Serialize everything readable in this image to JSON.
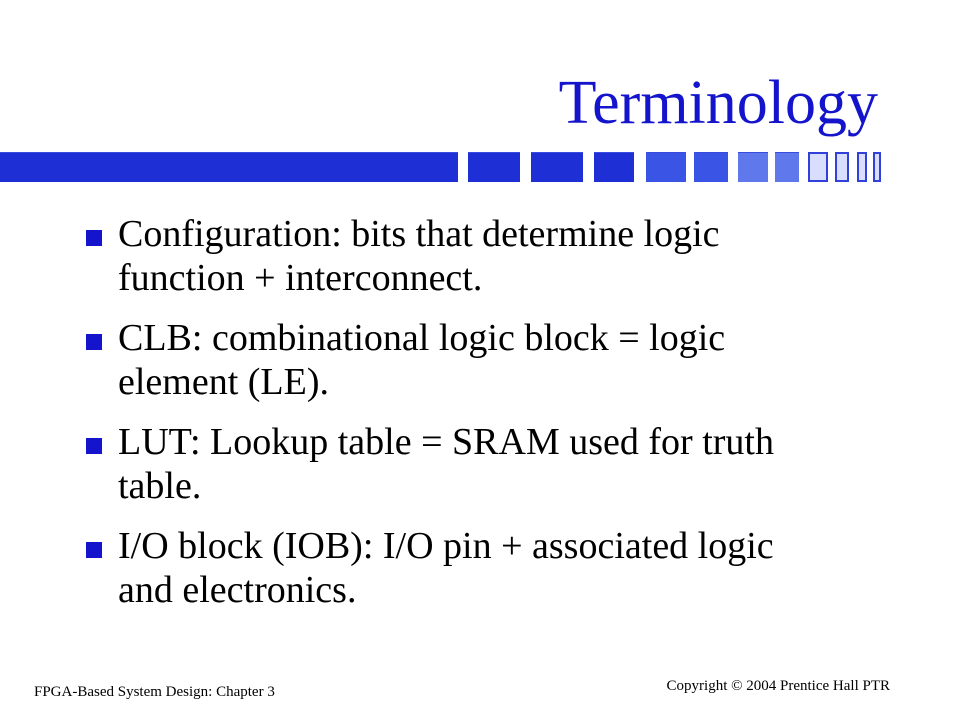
{
  "slide": {
    "title": "Terminology",
    "bullets": [
      {
        "line1": "Configuration: bits that determine logic",
        "line2": "function + interconnect."
      },
      {
        "line1": "CLB: combinational logic block = logic",
        "line2": "element (LE)."
      },
      {
        "line1": "LUT: Lookup table =  SRAM used for truth",
        "line2": "table."
      },
      {
        "line1": "I/O block (IOB): I/O pin + associated logic",
        "line2": "and electronics."
      }
    ],
    "footer_left": "FPGA-Based System Design: Chapter 3",
    "footer_right": "Copyright © 2004 Prentice Hall PTR"
  },
  "colors": {
    "title": "#1414cc",
    "accent_bar": "#1e2fd6",
    "bullet_marker": "#1414cc",
    "body_text": "#000000",
    "background": "#ffffff"
  },
  "icons": {
    "bullet_marker": "square-bullet-icon"
  }
}
